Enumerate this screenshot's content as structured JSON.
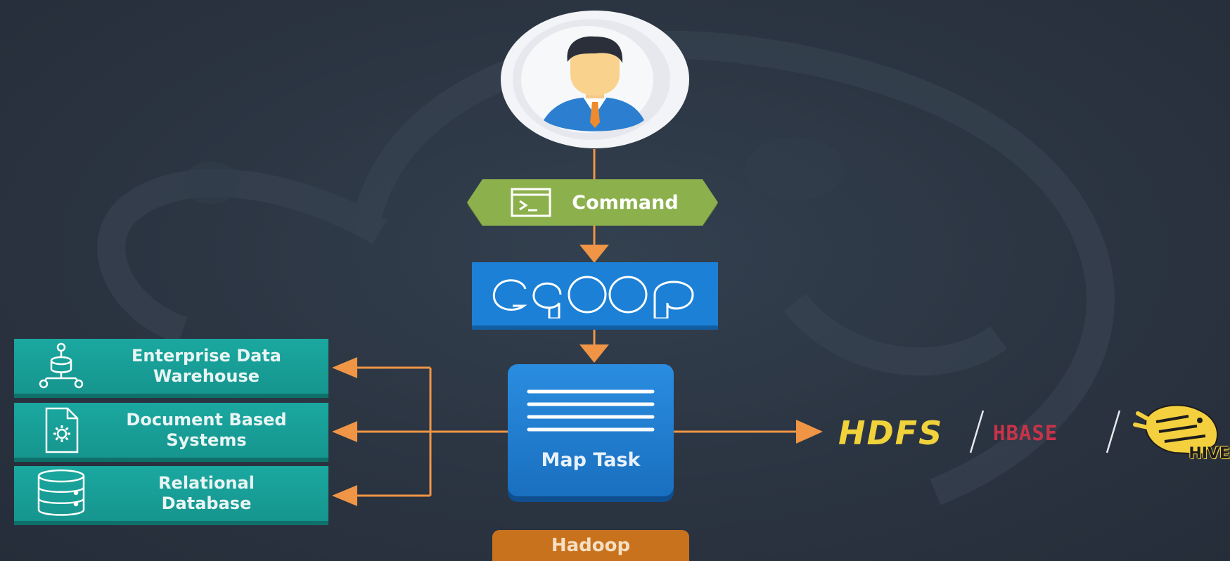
{
  "diagram": {
    "command_label": "Command",
    "sqoop_logo": "sqoop",
    "map_task_label": "Map Task",
    "hadoop_label": "Hadoop",
    "sources": [
      {
        "label_line1": "Enterprise Data",
        "label_line2": "Warehouse",
        "icon": "data-warehouse-icon"
      },
      {
        "label_line1": "Document Based",
        "label_line2": "Systems",
        "icon": "document-gear-icon"
      },
      {
        "label_line1": "Relational",
        "label_line2": "Database",
        "icon": "database-icon"
      }
    ],
    "targets": {
      "hdfs": "HDFS",
      "hbase": "HBASE",
      "hive": "HIVE"
    },
    "colors": {
      "background": "#2b3441",
      "arrow": "#ef9545",
      "command": "#8cb04c",
      "sqoop": "#1b80d6",
      "map_task": "#1f7ed0",
      "source_box": "#16958e",
      "hadoop": "#c9721d",
      "hdfs": "#f0d23b",
      "hbase": "#c8334a",
      "hive": "#f4d03f"
    }
  }
}
